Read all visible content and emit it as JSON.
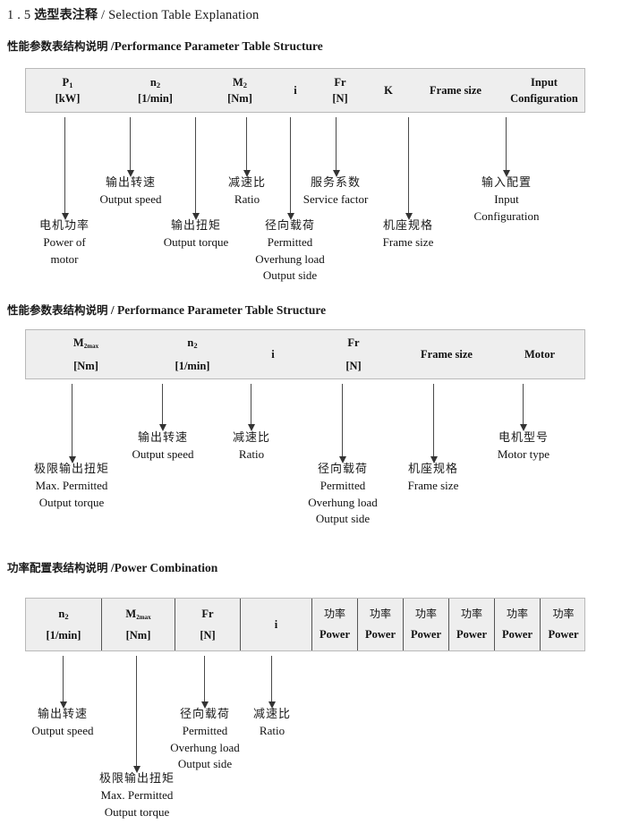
{
  "page_title": {
    "number": "1 . 5",
    "cn": "选型表注释",
    "separator": "/",
    "en": "Selection Table Explanation"
  },
  "sections": [
    {
      "heading": {
        "cn": "性能参数表结构说明",
        "separator": "/",
        "en": "Performance Parameter Table Structure"
      },
      "table": {
        "bordered_cells": false,
        "columns": [
          {
            "line1": "P",
            "sub1": "1",
            "line2": "[kW]"
          },
          {
            "line1": "n",
            "sub1": "2",
            "line2": "[1/min]"
          },
          {
            "line1": "M",
            "sub1": "2",
            "line2": "[Nm]"
          },
          {
            "line1": "i",
            "sub1": "",
            "line2": ""
          },
          {
            "line1": "Fr",
            "sub1": "",
            "line2": "[N]"
          },
          {
            "line1": "K",
            "sub1": "",
            "line2": ""
          },
          {
            "line1": "Frame size",
            "sub1": "",
            "line2": ""
          },
          {
            "line1": "Input",
            "sub1": "",
            "line2": "Configuration"
          }
        ]
      },
      "annotations": [
        {
          "cn": "电机功率",
          "en": [
            "Power of",
            "motor"
          ]
        },
        {
          "cn": "输出转速",
          "en": [
            "Output speed"
          ]
        },
        {
          "cn": "输出扭矩",
          "en": [
            "Output torque"
          ]
        },
        {
          "cn": "减速比",
          "en": [
            "Ratio"
          ]
        },
        {
          "cn": "径向载荷",
          "en": [
            "Permitted",
            "Overhung load",
            "Output side"
          ]
        },
        {
          "cn": "服务系数",
          "en": [
            "Service factor"
          ]
        },
        {
          "cn": "机座规格",
          "en": [
            "Frame size"
          ]
        },
        {
          "cn": "输入配置",
          "en": [
            "Input",
            "Configuration"
          ]
        }
      ]
    },
    {
      "heading": {
        "cn": "性能参数表结构说明",
        "separator": "/",
        "en": "Performance Parameter Table Structure"
      },
      "table": {
        "bordered_cells": false,
        "columns": [
          {
            "line1": "M",
            "sub1": "2max",
            "line2": "[Nm]"
          },
          {
            "line1": "n",
            "sub1": "2",
            "line2": "[1/min]"
          },
          {
            "line1": "i",
            "sub1": "",
            "line2": ""
          },
          {
            "line1": "Fr",
            "sub1": "",
            "line2": "[N]"
          },
          {
            "line1": "Frame size",
            "sub1": "",
            "line2": ""
          },
          {
            "line1": "Motor",
            "sub1": "",
            "line2": ""
          }
        ]
      },
      "annotations": [
        {
          "cn": "极限输出扭矩",
          "en": [
            "Max. Permitted",
            "Output  torque"
          ]
        },
        {
          "cn": "输出转速",
          "en": [
            "Output speed"
          ]
        },
        {
          "cn": "减速比",
          "en": [
            "Ratio"
          ]
        },
        {
          "cn": "径向载荷",
          "en": [
            "Permitted",
            "Overhung load",
            "Output side"
          ]
        },
        {
          "cn": "机座规格",
          "en": [
            "Frame size"
          ]
        },
        {
          "cn": "电机型号",
          "en": [
            "Motor type"
          ]
        }
      ]
    },
    {
      "heading": {
        "cn": "功率配置表结构说明",
        "separator": "/",
        "en": "Power Combination"
      },
      "table": {
        "bordered_cells": true,
        "columns": [
          {
            "line1": "n",
            "sub1": "2",
            "line2": "[1/min]"
          },
          {
            "line1": "M",
            "sub1": "2max",
            "line2": "[Nm]"
          },
          {
            "line1": "Fr",
            "sub1": "",
            "line2": "[N]"
          },
          {
            "line1": "i",
            "sub1": "",
            "line2": ""
          },
          {
            "line1": "功率",
            "sub1": "",
            "line2": "Power"
          },
          {
            "line1": "功率",
            "sub1": "",
            "line2": "Power"
          },
          {
            "line1": "功率",
            "sub1": "",
            "line2": "Power"
          },
          {
            "line1": "功率",
            "sub1": "",
            "line2": "Power"
          },
          {
            "line1": "功率",
            "sub1": "",
            "line2": "Power"
          },
          {
            "line1": "功率",
            "sub1": "",
            "line2": "Power"
          }
        ]
      },
      "annotations": [
        {
          "cn": "输出转速",
          "en": [
            "Output speed"
          ]
        },
        {
          "cn": "极限输出扭矩",
          "en": [
            "Max. Permitted",
            "Output  torque"
          ]
        },
        {
          "cn": "径向载荷",
          "en": [
            "Permitted",
            "Overhung load",
            "Output side"
          ]
        },
        {
          "cn": "减速比",
          "en": [
            "Ratio"
          ]
        }
      ]
    }
  ],
  "colors": {
    "table_fill": "#eeeeee",
    "table_border": "#b9b9b9",
    "cell_divider": "#555555",
    "arrow": "#4a4a4a",
    "text": "#1a1a1a"
  }
}
